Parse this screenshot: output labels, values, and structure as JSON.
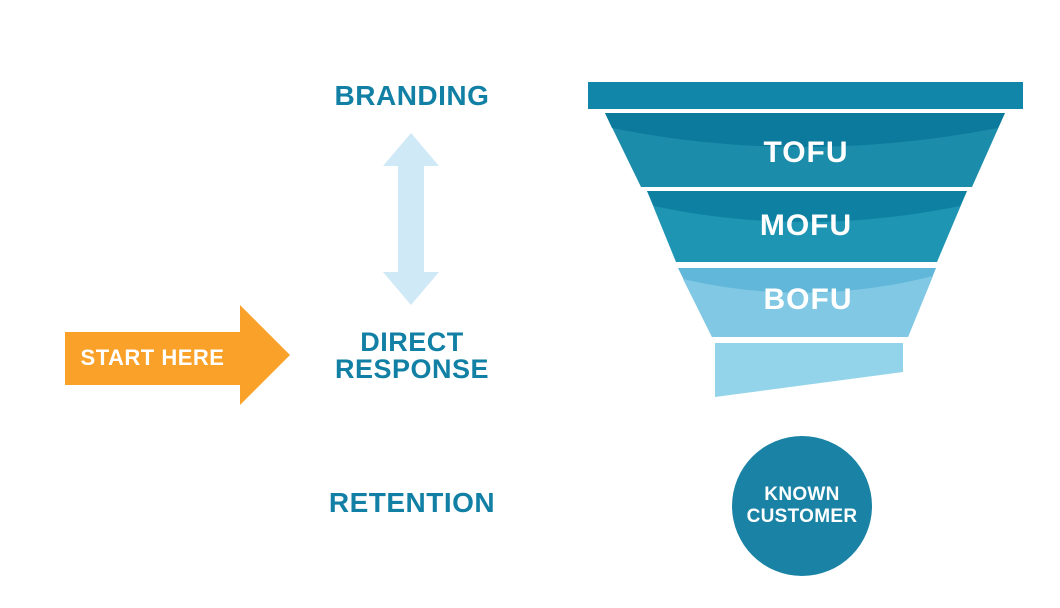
{
  "colors": {
    "teal_text": "#1280a5",
    "funnel_bar": "#1286a8",
    "tofu": "#1b8caa",
    "tofu_arc": "#0c7a9c",
    "mofu": "#1e95b2",
    "mofu_arc": "#0e81a2",
    "bofu": "#61b7d9",
    "bofu_light": "#80c8e3",
    "spout": "#93d4ea",
    "circle": "#1a83a5",
    "light_arrow": "#cfe9f6",
    "orange": "#f9a128"
  },
  "left_column": {
    "branding_label": "BRANDING",
    "direct_response_line1": "DIRECT",
    "direct_response_line2": "RESPONSE",
    "retention_label": "RETENTION",
    "start_here_label": "START HERE"
  },
  "funnel": {
    "stages": [
      {
        "label": "TOFU"
      },
      {
        "label": "MOFU"
      },
      {
        "label": "BOFU"
      }
    ]
  },
  "known_customer": {
    "line1": "KNOWN",
    "line2": "CUSTOMER"
  }
}
